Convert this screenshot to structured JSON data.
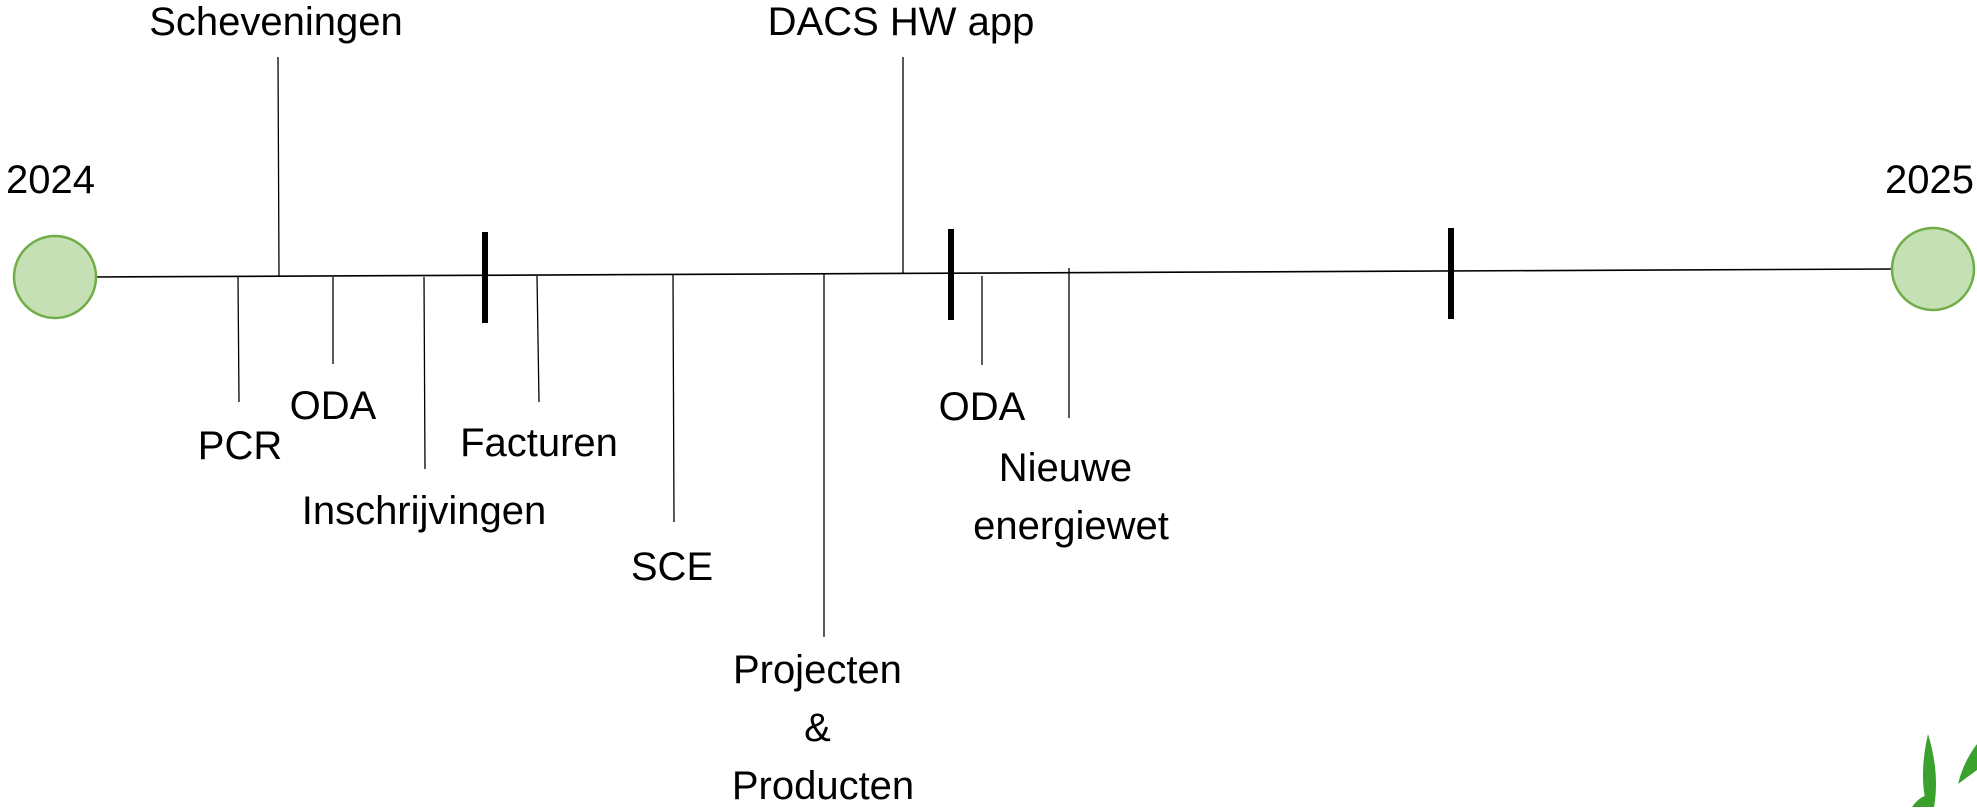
{
  "timeline": {
    "start_year": "2024",
    "end_year": "2025",
    "endpoint_fill": "#c5e0b4",
    "endpoint_stroke": "#70ad47",
    "line_color": "#000000"
  },
  "events_above": [
    {
      "id": "scheveningen",
      "label": "Scheveningen"
    },
    {
      "id": "dacs-hw-app",
      "label": "DACS HW app"
    }
  ],
  "events_below": [
    {
      "id": "pcr",
      "label": "PCR"
    },
    {
      "id": "oda-1",
      "label": "ODA"
    },
    {
      "id": "inschrijvingen",
      "label": "Inschrijvingen"
    },
    {
      "id": "facturen",
      "label": "Facturen"
    },
    {
      "id": "sce",
      "label": "SCE"
    },
    {
      "id": "projecten-producten",
      "lines": [
        "Projecten",
        "&",
        "Producten"
      ]
    },
    {
      "id": "oda-2",
      "label": "ODA"
    },
    {
      "id": "nieuwe-energiewet",
      "lines": [
        "Nieuwe",
        "energiewet"
      ]
    }
  ],
  "corner_icon": "plant-sprout-icon"
}
